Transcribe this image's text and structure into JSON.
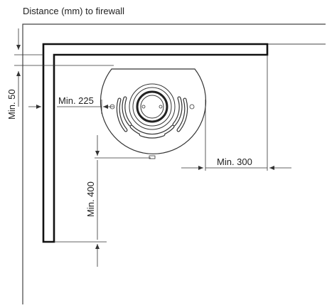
{
  "title": "Distance (mm) to firewall",
  "dimensions": {
    "min_50": "Min. 50",
    "min_225": "Min. 225",
    "min_300": "Min. 300",
    "min_400": "Min. 400"
  }
}
